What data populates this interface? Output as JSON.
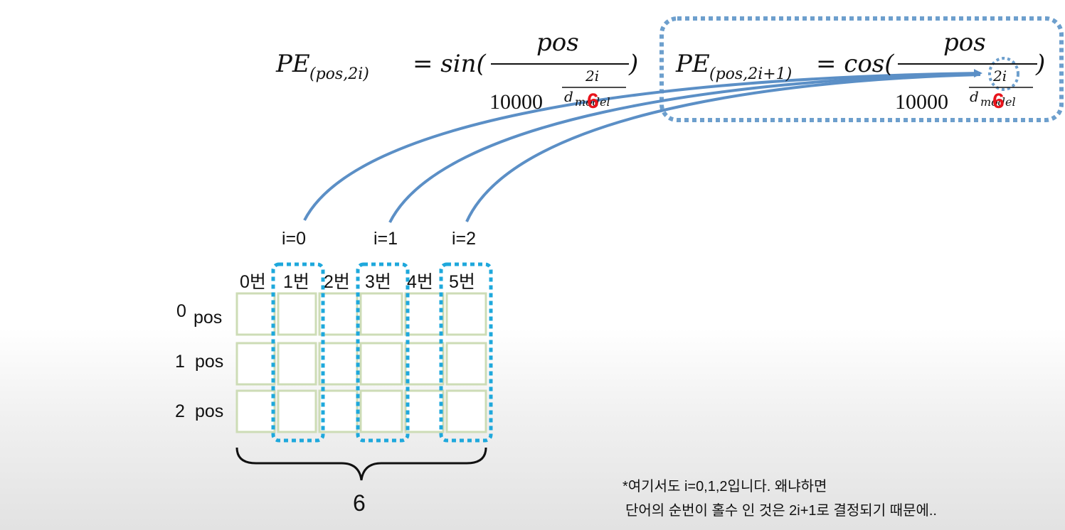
{
  "formula_sin": {
    "lhs": "PE",
    "lhs_sub": "(pos,2i)",
    "rhs_func": "= sin(",
    "numerator": "pos",
    "base": "10000",
    "exp_num": "2i",
    "exp_den": "d",
    "exp_den_sub": "model",
    "d_model_value": "6",
    "close": ")"
  },
  "formula_cos": {
    "lhs": "PE",
    "lhs_sub": "(pos,2i+1)",
    "rhs_func": "= cos(",
    "numerator": "pos",
    "base": "10000",
    "exp_num": "2i",
    "exp_den": "d",
    "exp_den_sub": "model",
    "d_model_value": "6",
    "close": ")"
  },
  "i_labels": [
    "i=0",
    "i=1",
    "i=2"
  ],
  "column_labels": [
    "0번",
    "1번",
    "2번",
    "3번",
    "4번",
    "5번"
  ],
  "row_labels": [
    {
      "num": "0",
      "text": "pos"
    },
    {
      "num": "1",
      "text": "pos"
    },
    {
      "num": "2",
      "text": "pos"
    }
  ],
  "brace_label": "6",
  "note": {
    "line1": "*여기서도 i=0,1,2입니다. 왜냐하면",
    "line2": "단어의 순번이 홀수 인 것은 2i+1로 결정되기 때문에.."
  },
  "colors": {
    "arrow": "#5b8fc6",
    "dotted_box": "#6d9fcd",
    "column_highlight": "#1ea8dc",
    "grid_cell": "#cddcb6",
    "red_digit": "#e8141c"
  }
}
